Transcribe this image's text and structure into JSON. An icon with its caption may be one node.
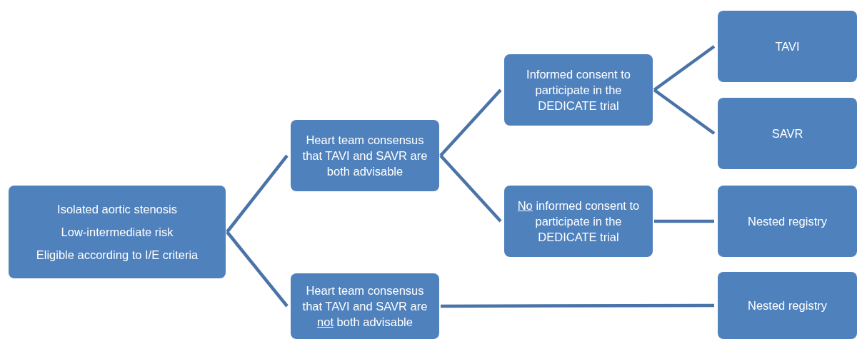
{
  "diagram": {
    "nodes": [
      {
        "text": [
          "Isolated aortic stenosis",
          "Low-intermediate risk",
          "Eligible according to I/E criteria"
        ]
      },
      {
        "text": [
          "Heart team consensus that TAVI and SAVR are both advisable"
        ]
      },
      {
        "text": [
          "Heart team consensus that TAVI and SAVR are not both advisable"
        ]
      },
      {
        "text": [
          "Informed consent to participate in the DEDICATE trial"
        ]
      },
      {
        "text": [
          "No informed consent to participate in the DEDICATE trial"
        ]
      },
      {
        "text": [
          "TAVI"
        ]
      },
      {
        "text": [
          "SAVR"
        ]
      },
      {
        "text": [
          "Nested registry"
        ]
      },
      {
        "text": [
          "Nested registry"
        ]
      }
    ],
    "edges": [
      {
        "from": 0,
        "to": 1,
        "arrow": "none"
      },
      {
        "from": 0,
        "to": 2,
        "arrow": "none"
      },
      {
        "from": 1,
        "to": 3,
        "arrow": "none"
      },
      {
        "from": 1,
        "to": 4,
        "arrow": "none"
      },
      {
        "from": 3,
        "to": 5,
        "arrow": "none"
      },
      {
        "from": 3,
        "to": 6,
        "arrow": "none"
      },
      {
        "from": 4,
        "to": 7,
        "arrow": "none"
      },
      {
        "from": 2,
        "to": 8,
        "arrow": "none"
      }
    ]
  }
}
